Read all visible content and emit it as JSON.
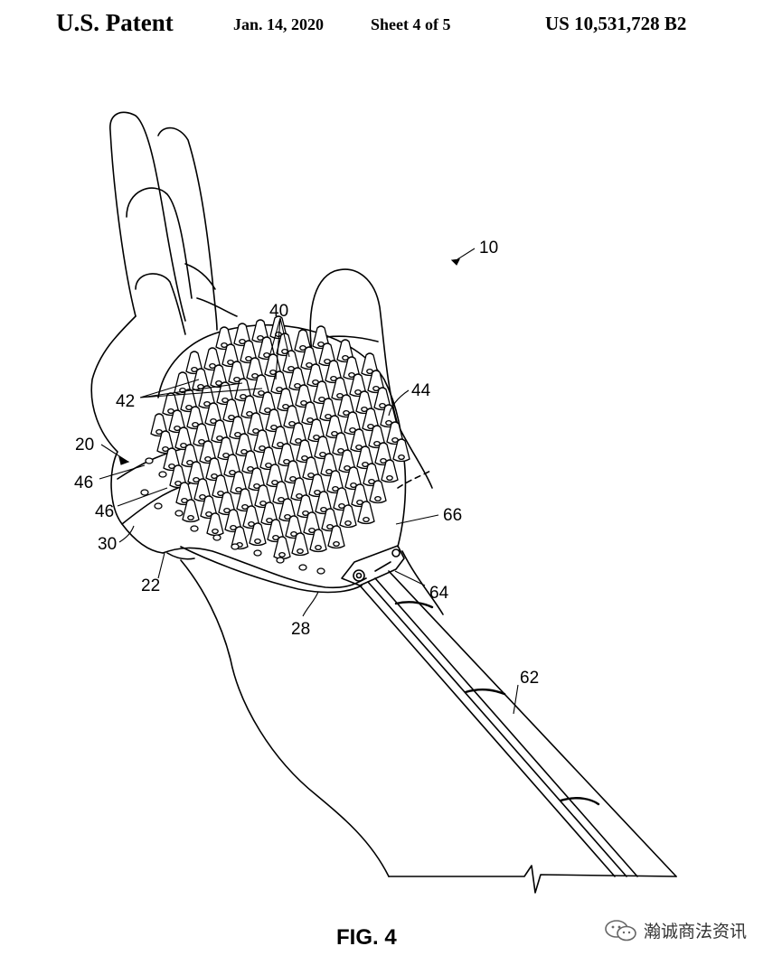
{
  "header": {
    "title": "U.S. Patent",
    "date": "Jan. 14, 2020",
    "sheet": "Sheet 4 of 5",
    "patent_number": "US 10,531,728 B2"
  },
  "figure": {
    "label": "FIG. 4",
    "refs": {
      "r10": "10",
      "r40": "40",
      "r42": "42",
      "r44": "44",
      "r20": "20",
      "r46a": "46",
      "r46b": "46",
      "r30": "30",
      "r22": "22",
      "r66": "66",
      "r64": "64",
      "r28": "28",
      "r62": "62"
    }
  },
  "watermark": {
    "text": "瀚诚商法资讯",
    "icon": "wechat-icon"
  }
}
